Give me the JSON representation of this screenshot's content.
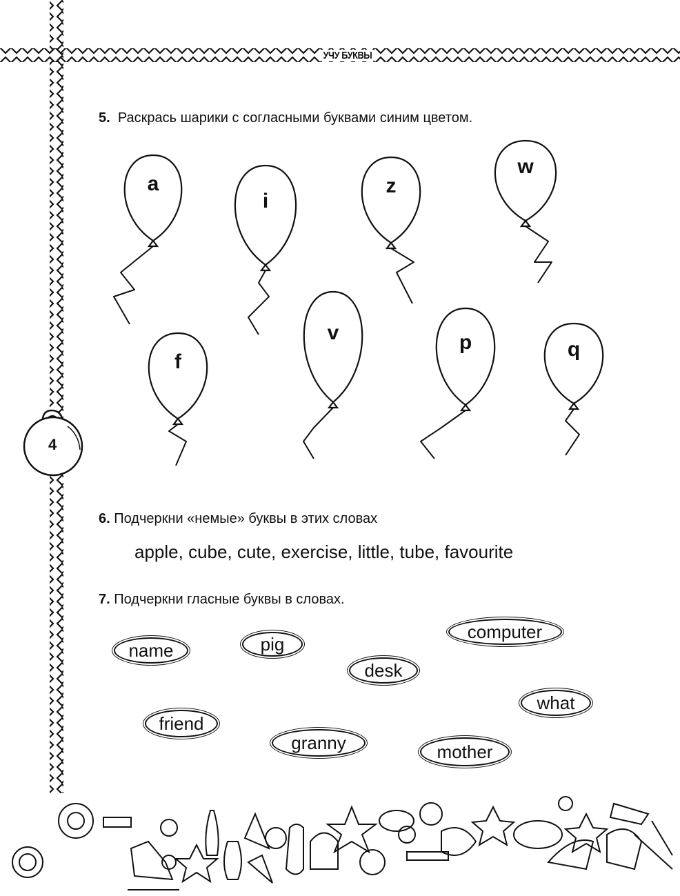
{
  "header": {
    "title": "УЧУ БУКВЫ"
  },
  "page_number": "4",
  "task5": {
    "number": "5.",
    "text": "Раскрась шарики с согласными буквами синим цветом.",
    "balloons": [
      "a",
      "i",
      "z",
      "w",
      "f",
      "v",
      "p",
      "q"
    ]
  },
  "task6": {
    "number": "6.",
    "text": "Подчеркни «немые» буквы в этих словах",
    "words": "apple, cube, cute, exercise, little, tube, favourite"
  },
  "task7": {
    "number": "7.",
    "text": "Подчеркни гласные буквы в словах.",
    "words": [
      "name",
      "pig",
      "computer",
      "desk",
      "what",
      "friend",
      "granny",
      "mother"
    ]
  }
}
